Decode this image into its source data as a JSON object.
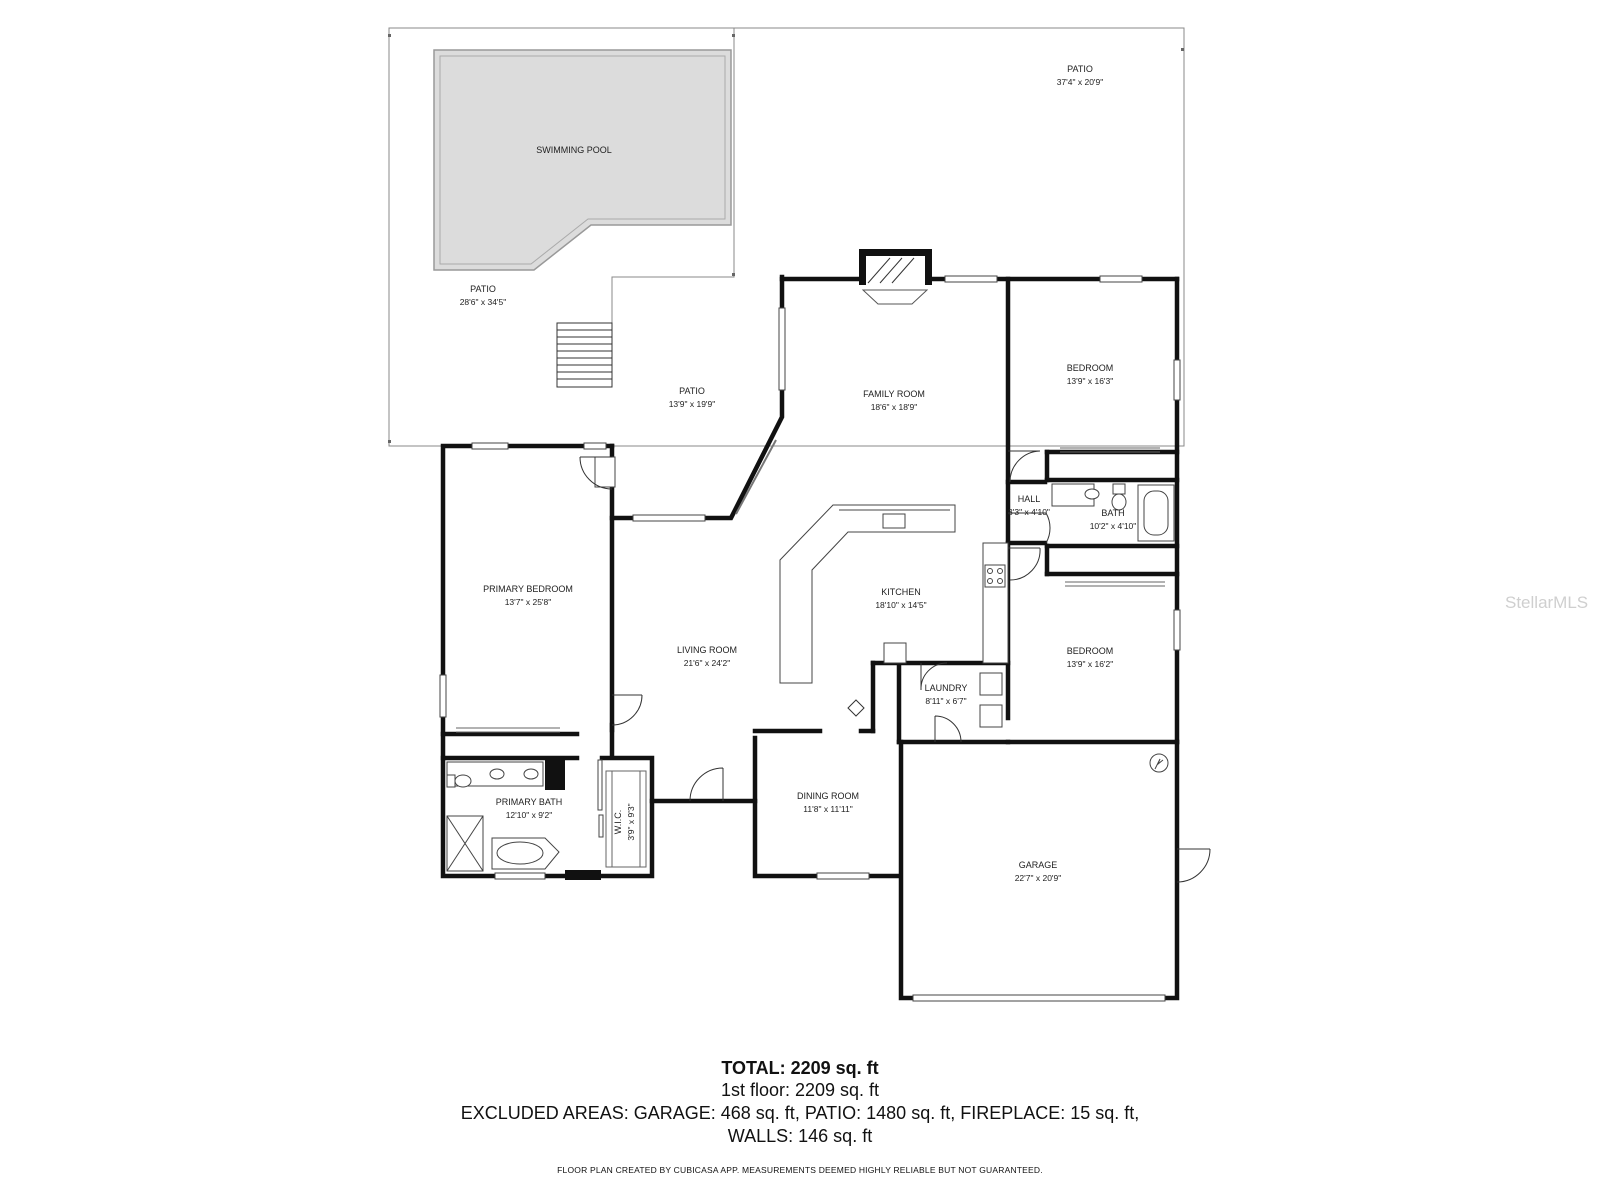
{
  "rooms": {
    "swimming_pool": {
      "name": "SWIMMING POOL"
    },
    "patio_top": {
      "name": "PATIO",
      "dims": "37'4\" x 20'9\""
    },
    "patio_left": {
      "name": "PATIO",
      "dims": "28'6\" x 34'5\""
    },
    "patio_center": {
      "name": "PATIO",
      "dims": "13'9\" x 19'9\""
    },
    "family_room": {
      "name": "FAMILY ROOM",
      "dims": "18'6\" x 18'9\""
    },
    "bedroom_top": {
      "name": "BEDROOM",
      "dims": "13'9\" x 16'3\""
    },
    "hall": {
      "name": "HALL",
      "dims": "3'3\" x 4'10\""
    },
    "bath": {
      "name": "BATH",
      "dims": "10'2\" x 4'10\""
    },
    "primary_bedroom": {
      "name": "PRIMARY BEDROOM",
      "dims": "13'7\" x 25'8\""
    },
    "kitchen": {
      "name": "KITCHEN",
      "dims": "18'10\" x 14'5\""
    },
    "living_room": {
      "name": "LIVING ROOM",
      "dims": "21'6\" x 24'2\""
    },
    "bedroom_right": {
      "name": "BEDROOM",
      "dims": "13'9\" x 16'2\""
    },
    "laundry": {
      "name": "LAUNDRY",
      "dims": "8'11\" x 6'7\""
    },
    "primary_bath": {
      "name": "PRIMARY BATH",
      "dims": "12'10\" x 9'2\""
    },
    "wic": {
      "name": "W.I.C.",
      "dims": "3'9\" x 9'3\""
    },
    "dining_room": {
      "name": "DINING ROOM",
      "dims": "11'8\" x 11'11\""
    },
    "garage": {
      "name": "GARAGE",
      "dims": "22'7\" x 20'9\""
    }
  },
  "summary": {
    "total": "TOTAL: 2209 sq. ft",
    "floor": "1st floor: 2209 sq. ft",
    "excluded": "EXCLUDED AREAS: GARAGE: 468 sq. ft, PATIO: 1480 sq. ft, FIREPLACE: 15 sq. ft,",
    "walls": "WALLS: 146 sq. ft"
  },
  "disclaimer": "FLOOR PLAN CREATED BY CUBICASA APP. MEASUREMENTS DEEMED HIGHLY RELIABLE BUT NOT GUARANTEED.",
  "watermark": "StellarMLS",
  "colors": {
    "wall": "#111111",
    "pool": "#dcdcdc",
    "outline": "#888888"
  }
}
